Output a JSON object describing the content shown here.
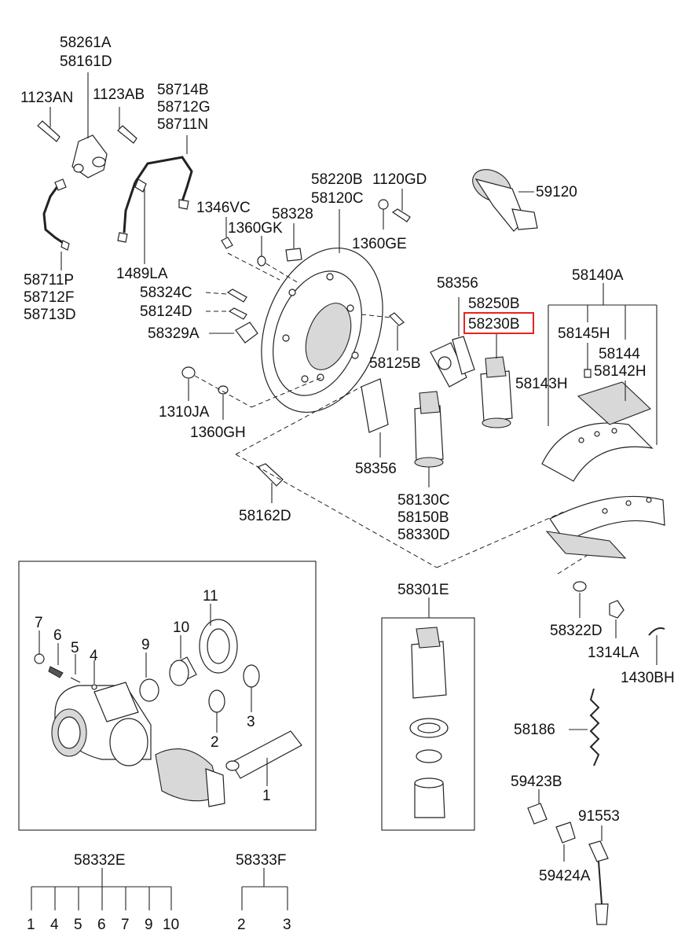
{
  "highlight_part": "58230B",
  "labels": {
    "p58261A": "58261A",
    "p58161D": "58161D",
    "p1123AN": "1123AN",
    "p1123AB": "1123AB",
    "p58714B": "58714B",
    "p58712G": "58712G",
    "p58711N": "58711N",
    "p58711P": "58711P",
    "p58712F": "58712F",
    "p58713D": "58713D",
    "p1489LA": "1489LA",
    "p1346VC": "1346VC",
    "p58328": "58328",
    "p1360GK": "1360GK",
    "p58220B": "58220B",
    "p58120C": "58120C",
    "p1120GD": "1120GD",
    "p1360GE": "1360GE",
    "p59120": "59120",
    "p58324C": "58324C",
    "p58124D": "58124D",
    "p58329A": "58329A",
    "p1310JA": "1310JA",
    "p1360GH": "1360GH",
    "p58356a": "58356",
    "p58250B": "58250B",
    "p58230B": "58230B",
    "p58125B": "58125B",
    "p58356b": "58356",
    "p58130C": "58130C",
    "p58150B": "58150B",
    "p58330D": "58330D",
    "p58162D": "58162D",
    "p58140A": "58140A",
    "p58145H": "58145H",
    "p58144": "58144",
    "p58142H": "58142H",
    "p58143H": "58143H",
    "p58301E": "58301E",
    "p58322D": "58322D",
    "p1314LA": "1314LA",
    "p1430BH": "1430BH",
    "p58186": "58186",
    "p59423B": "59423B",
    "p91553": "91553",
    "p59424A": "59424A",
    "k1": "1",
    "k2": "2",
    "k3": "3",
    "k4": "4",
    "k5": "5",
    "k6": "6",
    "k7": "7",
    "k9": "9",
    "k10": "10",
    "k11": "11"
  },
  "kits": {
    "kit_58332E": {
      "title": "58332E",
      "items": [
        "1",
        "4",
        "5",
        "6",
        "7",
        "9",
        "10"
      ]
    },
    "kit_58333F": {
      "title": "58333F",
      "items": [
        "2",
        "3"
      ]
    }
  }
}
